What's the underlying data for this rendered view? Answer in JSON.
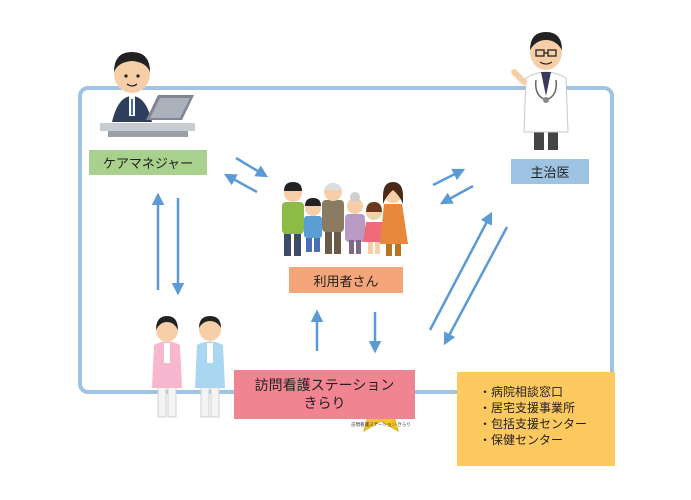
{
  "nodes": {
    "care_manager": "ケアマネジャー",
    "doctor": "主治医",
    "user": "利用者さん",
    "station_line1": "訪問看護ステーション",
    "station_line2": "きらり"
  },
  "logo": {
    "text": "訪問看護ステーション きらり"
  },
  "partners": [
    "・病院相談窓口",
    "・居宅支援事業所",
    "・包括支援センター",
    "・保健センター"
  ],
  "colors": {
    "frame": "#9fc3e3",
    "arrow": "#5b9bd5",
    "care_manager": "#a9d18e",
    "doctor": "#9fc3e3",
    "user": "#f5a57a",
    "station": "#f08491",
    "partners": "#fec95f"
  }
}
